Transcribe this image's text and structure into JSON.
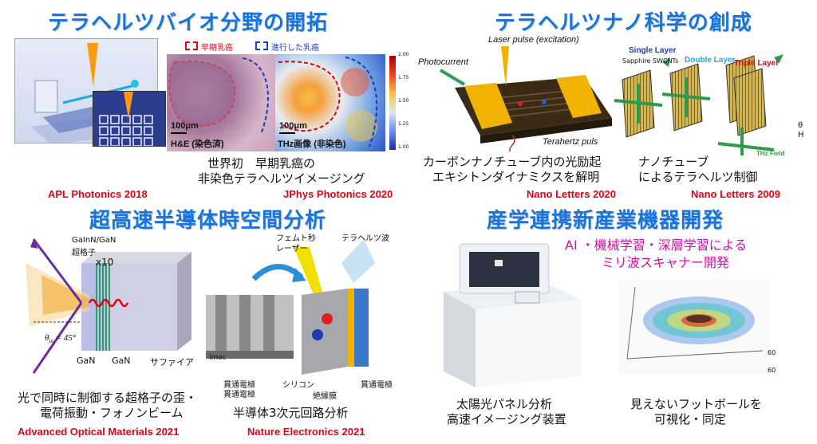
{
  "quadrants": {
    "bio": {
      "title": "テラヘルツバイオ分野の開拓",
      "legend_early": "早期乳癌",
      "legend_advanced": "進行した乳癌",
      "scale_left": "100μm",
      "scale_right": "100μm",
      "label_he": "H&E (染色済)",
      "label_thz": "THz画像 (非染色)",
      "colorbar_ticks": [
        "2.00",
        "1.75",
        "1.50",
        "1.25",
        "1.00"
      ],
      "caption_line1": "世界初　早期乳癌の",
      "caption_line2": "非染色テラヘルツイメージング",
      "cite_left": "APL Photonics 2018",
      "cite_right": "JPhys Photonics 2020"
    },
    "nano": {
      "title": "テラヘルツナノ科学の創成",
      "laser_label": "Laser pulse (excitation)",
      "photocurrent_label": "Photocurrent",
      "terahertz_label": "Terahertz puls",
      "single_layer": "Single Layer",
      "sapphire": "Sapphire",
      "swcnts": "SWCNTs",
      "double_layer": "Double Layer",
      "triple_layer": "Triple Layer",
      "thz_field": "THz Field",
      "theta": "θ",
      "h_label": "H",
      "caption_left_1": "カーボンナノチューブ内の光励起",
      "caption_left_2": "エキシトンダイナミクスを解明",
      "caption_right_1": "ナノチューブ",
      "caption_right_2": "によるテラヘルツ制御",
      "cite_left": "Nano Letters 2020",
      "cite_right": "Nano Letters 2009"
    },
    "semi": {
      "title": "超高速半導体時空間分析",
      "gan_sl": "GaInN/GaN",
      "superlattice": "超格子",
      "x10": "x10",
      "angle": "θ",
      "angle_sub": "in",
      "angle_val": "= 45°",
      "gan1": "GaN",
      "gan2": "GaN",
      "sapphire": "サファイア",
      "femto": "フェムト秒",
      "laser": "レーザー",
      "thz_wave": "テラヘルツ波",
      "imec": "imec",
      "electrode1": "貫通電極",
      "electrode2": "貫通電極",
      "silicon": "シリコン",
      "insulator": "絶縁膜",
      "electrode3": "貫通電極",
      "caption_left_1": "光で同時に制御する超格子の歪・",
      "caption_left_2": "電荷振動・フォノンビーム",
      "caption_right": "半導体3次元回路分析",
      "cite_left": "Advanced Optical Materials 2021",
      "cite_right": "Nature Electronics 2021"
    },
    "industry": {
      "title": "産学連携新産業機器開発",
      "highlight_1": "AI ・機械学習・深層学習による",
      "highlight_2": "ミリ波スキャナー開発",
      "caption_left_1": "太陽光パネル分析",
      "caption_left_2": "高速イメージング装置",
      "caption_right_1": "見えないフットボールを",
      "caption_right_2": "可視化・同定",
      "axis_60": "60",
      "axis_60b": "60"
    }
  },
  "colors": {
    "title_blue": "#1a73d9",
    "cite_red": "#e60012",
    "highlight_magenta": "#d40fa0",
    "gold": "#f0b400"
  }
}
